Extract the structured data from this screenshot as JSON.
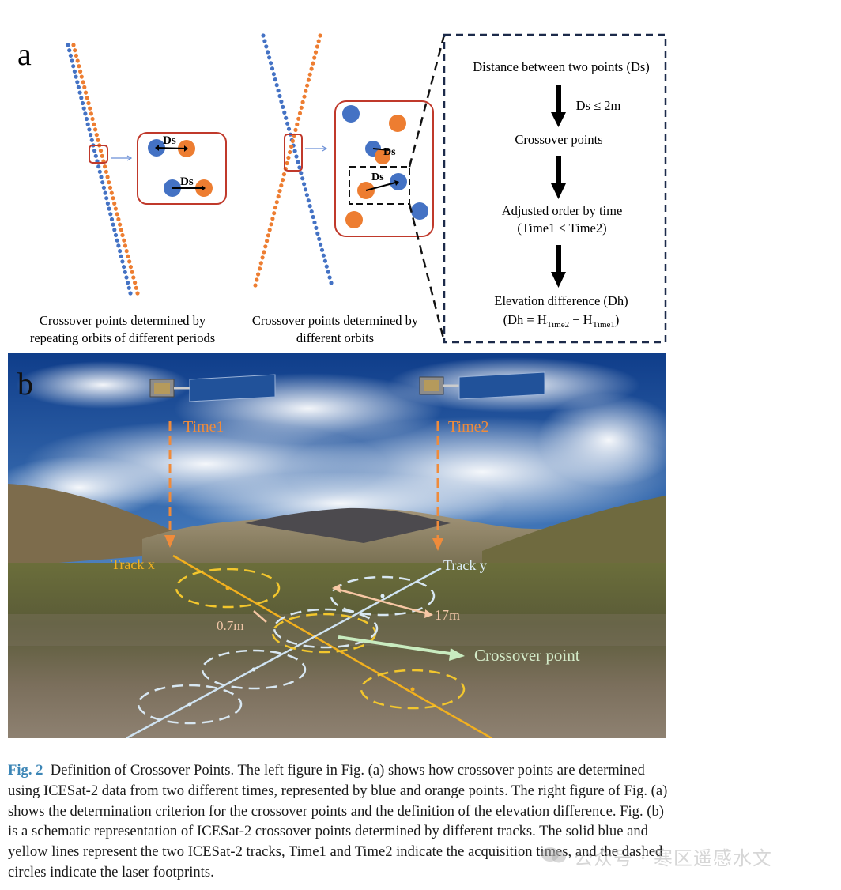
{
  "panel_a": {
    "letter": "a",
    "inset_ds_label": "Ds",
    "left_caption_line1": "Crossover points determined by",
    "left_caption_line2": "repeating orbits of different periods",
    "middle_caption_line1": "Crossover points determined by",
    "middle_caption_line2": "different orbits",
    "flow": {
      "step1": "Distance between two points (Ds)",
      "cond1": "Ds ≤ 2m",
      "step2": "Crossover points",
      "step3_line1": "Adjusted order by time",
      "step3_line2": "(Time1 < Time2)",
      "step4_line1": "Elevation difference (Dh)",
      "step4_prefix": "(Dh = H",
      "step4_sub1": "Time2",
      "step4_mid": " − H",
      "step4_sub2": "Time1",
      "step4_suffix": ")"
    },
    "colors": {
      "blue": "#4472c4",
      "orange": "#ed7d31",
      "red_box": "#c0392b",
      "dash": "#1c2a4a"
    }
  },
  "panel_b": {
    "letter": "b",
    "time1_label": "Time1",
    "time2_label": "Time2",
    "track_x_label": "Track x",
    "track_y_label": "Track y",
    "dist_short": "0.7m",
    "dist_long": "17m",
    "crossover_label": "Crossover point",
    "colors": {
      "track_x": "#f2b01e",
      "track_y": "#cfe3f2",
      "time_arrow": "#ef8b3b",
      "crossover_arrow": "#c9ecc0"
    }
  },
  "caption": {
    "fig_label": "Fig. 2",
    "line1": "Definition of Crossover Points. The left figure in Fig. (a) shows how crossover points are determined",
    "line2": "using ICESat-2 data from two different times, represented by blue and orange points. The right figure of Fig. (a)",
    "line3": "shows the determination criterion for the crossover points and the definition of the elevation difference. Fig. (b)",
    "line4": "is a schematic representation of ICESat-2 crossover points determined by different tracks. The solid blue and",
    "line5": "yellow lines represent the two ICESat-2 tracks, Time1 and Time2 indicate the acquisition times, and the dashed",
    "line6": "circles indicate the laser footprints."
  },
  "watermark": {
    "text": "公众号 · 寒区遥感水文"
  }
}
